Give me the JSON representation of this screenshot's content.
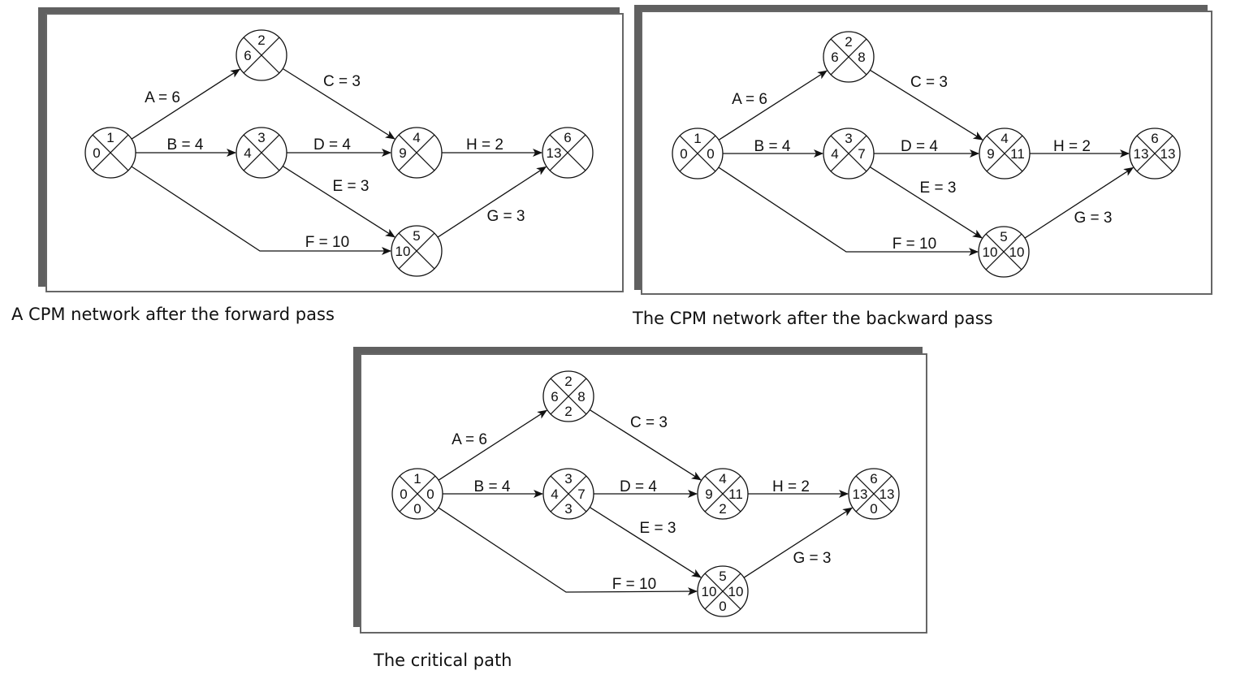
{
  "panels": [
    {
      "caption": "A CPM network after the forward pass",
      "nodes": [
        {
          "id": "1",
          "left": "0",
          "right": "",
          "bottom": ""
        },
        {
          "id": "2",
          "left": "6",
          "right": "",
          "bottom": ""
        },
        {
          "id": "3",
          "left": "4",
          "right": "",
          "bottom": ""
        },
        {
          "id": "4",
          "left": "9",
          "right": "",
          "bottom": ""
        },
        {
          "id": "5",
          "left": "10",
          "right": "",
          "bottom": ""
        },
        {
          "id": "6",
          "left": "13",
          "right": "",
          "bottom": ""
        }
      ],
      "edges": [
        {
          "from": "1",
          "to": "2",
          "label": "A = 6"
        },
        {
          "from": "1",
          "to": "3",
          "label": "B = 4"
        },
        {
          "from": "1",
          "to": "5",
          "label": "F = 10"
        },
        {
          "from": "2",
          "to": "4",
          "label": "C = 3"
        },
        {
          "from": "3",
          "to": "4",
          "label": "D = 4"
        },
        {
          "from": "3",
          "to": "5",
          "label": "E = 3"
        },
        {
          "from": "4",
          "to": "6",
          "label": "H = 2"
        },
        {
          "from": "5",
          "to": "6",
          "label": "G = 3"
        }
      ]
    },
    {
      "caption": "The CPM network after the backward pass",
      "nodes": [
        {
          "id": "1",
          "left": "0",
          "right": "0",
          "bottom": ""
        },
        {
          "id": "2",
          "left": "6",
          "right": "8",
          "bottom": ""
        },
        {
          "id": "3",
          "left": "4",
          "right": "7",
          "bottom": ""
        },
        {
          "id": "4",
          "left": "9",
          "right": "11",
          "bottom": ""
        },
        {
          "id": "5",
          "left": "10",
          "right": "10",
          "bottom": ""
        },
        {
          "id": "6",
          "left": "13",
          "right": "13",
          "bottom": ""
        }
      ],
      "edges": [
        {
          "from": "1",
          "to": "2",
          "label": "A = 6"
        },
        {
          "from": "1",
          "to": "3",
          "label": "B = 4"
        },
        {
          "from": "1",
          "to": "5",
          "label": "F = 10"
        },
        {
          "from": "2",
          "to": "4",
          "label": "C = 3"
        },
        {
          "from": "3",
          "to": "4",
          "label": "D = 4"
        },
        {
          "from": "3",
          "to": "5",
          "label": "E = 3"
        },
        {
          "from": "4",
          "to": "6",
          "label": "H = 2"
        },
        {
          "from": "5",
          "to": "6",
          "label": "G = 3"
        }
      ]
    },
    {
      "caption": "The critical path",
      "nodes": [
        {
          "id": "1",
          "left": "0",
          "right": "0",
          "bottom": "0"
        },
        {
          "id": "2",
          "left": "6",
          "right": "8",
          "bottom": "2"
        },
        {
          "id": "3",
          "left": "4",
          "right": "7",
          "bottom": "3"
        },
        {
          "id": "4",
          "left": "9",
          "right": "11",
          "bottom": "2"
        },
        {
          "id": "5",
          "left": "10",
          "right": "10",
          "bottom": "0"
        },
        {
          "id": "6",
          "left": "13",
          "right": "13",
          "bottom": "0"
        }
      ],
      "edges": [
        {
          "from": "1",
          "to": "2",
          "label": "A = 6"
        },
        {
          "from": "1",
          "to": "3",
          "label": "B = 4"
        },
        {
          "from": "1",
          "to": "5",
          "label": "F = 10"
        },
        {
          "from": "2",
          "to": "4",
          "label": "C = 3"
        },
        {
          "from": "3",
          "to": "4",
          "label": "D = 4"
        },
        {
          "from": "3",
          "to": "5",
          "label": "E = 3"
        },
        {
          "from": "4",
          "to": "6",
          "label": "H = 2"
        },
        {
          "from": "5",
          "to": "6",
          "label": "G = 3"
        }
      ]
    }
  ]
}
